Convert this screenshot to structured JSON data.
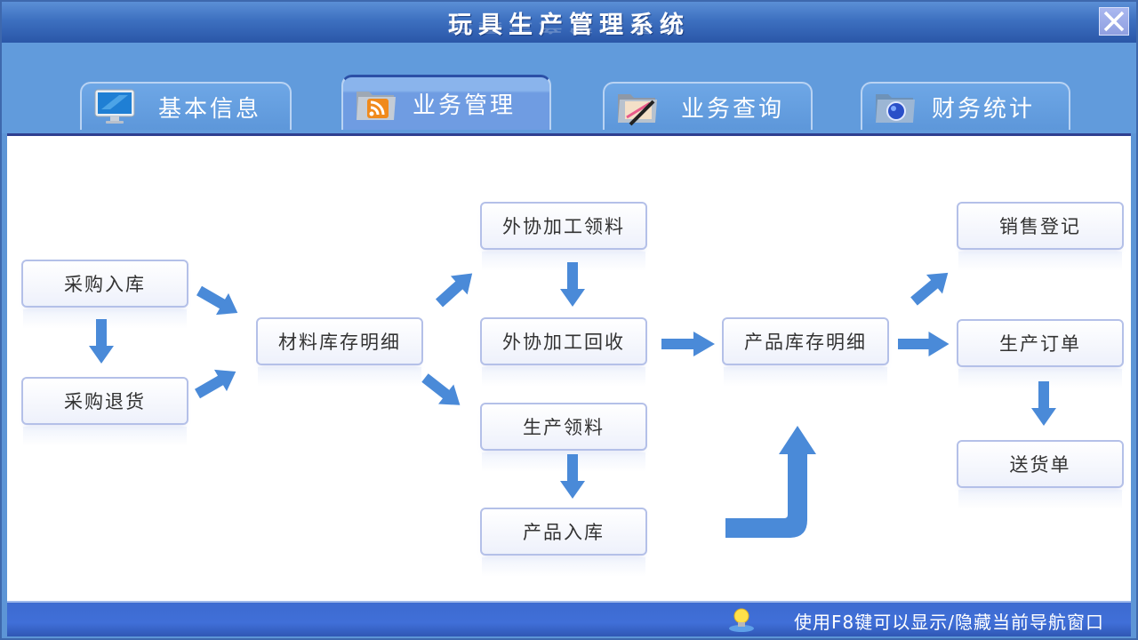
{
  "window": {
    "title": "玩具生产管理系统",
    "close_label": "✕"
  },
  "tabs": [
    {
      "label": "基本信息",
      "icon": "monitor-icon",
      "active": false
    },
    {
      "label": "业务管理",
      "icon": "rss-folder-icon",
      "active": true
    },
    {
      "label": "业务查询",
      "icon": "edit-folder-icon",
      "active": false
    },
    {
      "label": "财务统计",
      "icon": "globe-folder-icon",
      "active": false
    }
  ],
  "flow": {
    "nodes": {
      "purchase_in": "采购入库",
      "purchase_return": "采购退货",
      "material_stock": "材料库存明细",
      "outsource_pick": "外协加工领料",
      "outsource_return": "外协加工回收",
      "production_pick": "生产领料",
      "product_in": "产品入库",
      "product_stock": "产品库存明细",
      "sales_register": "销售登记",
      "production_order": "生产订单",
      "delivery_note": "送货单"
    },
    "arrow_color": "#4a8ad8"
  },
  "status": {
    "hint": "使用F8键可以显示/隐藏当前导航窗口",
    "icon": "lightbulb-icon"
  }
}
